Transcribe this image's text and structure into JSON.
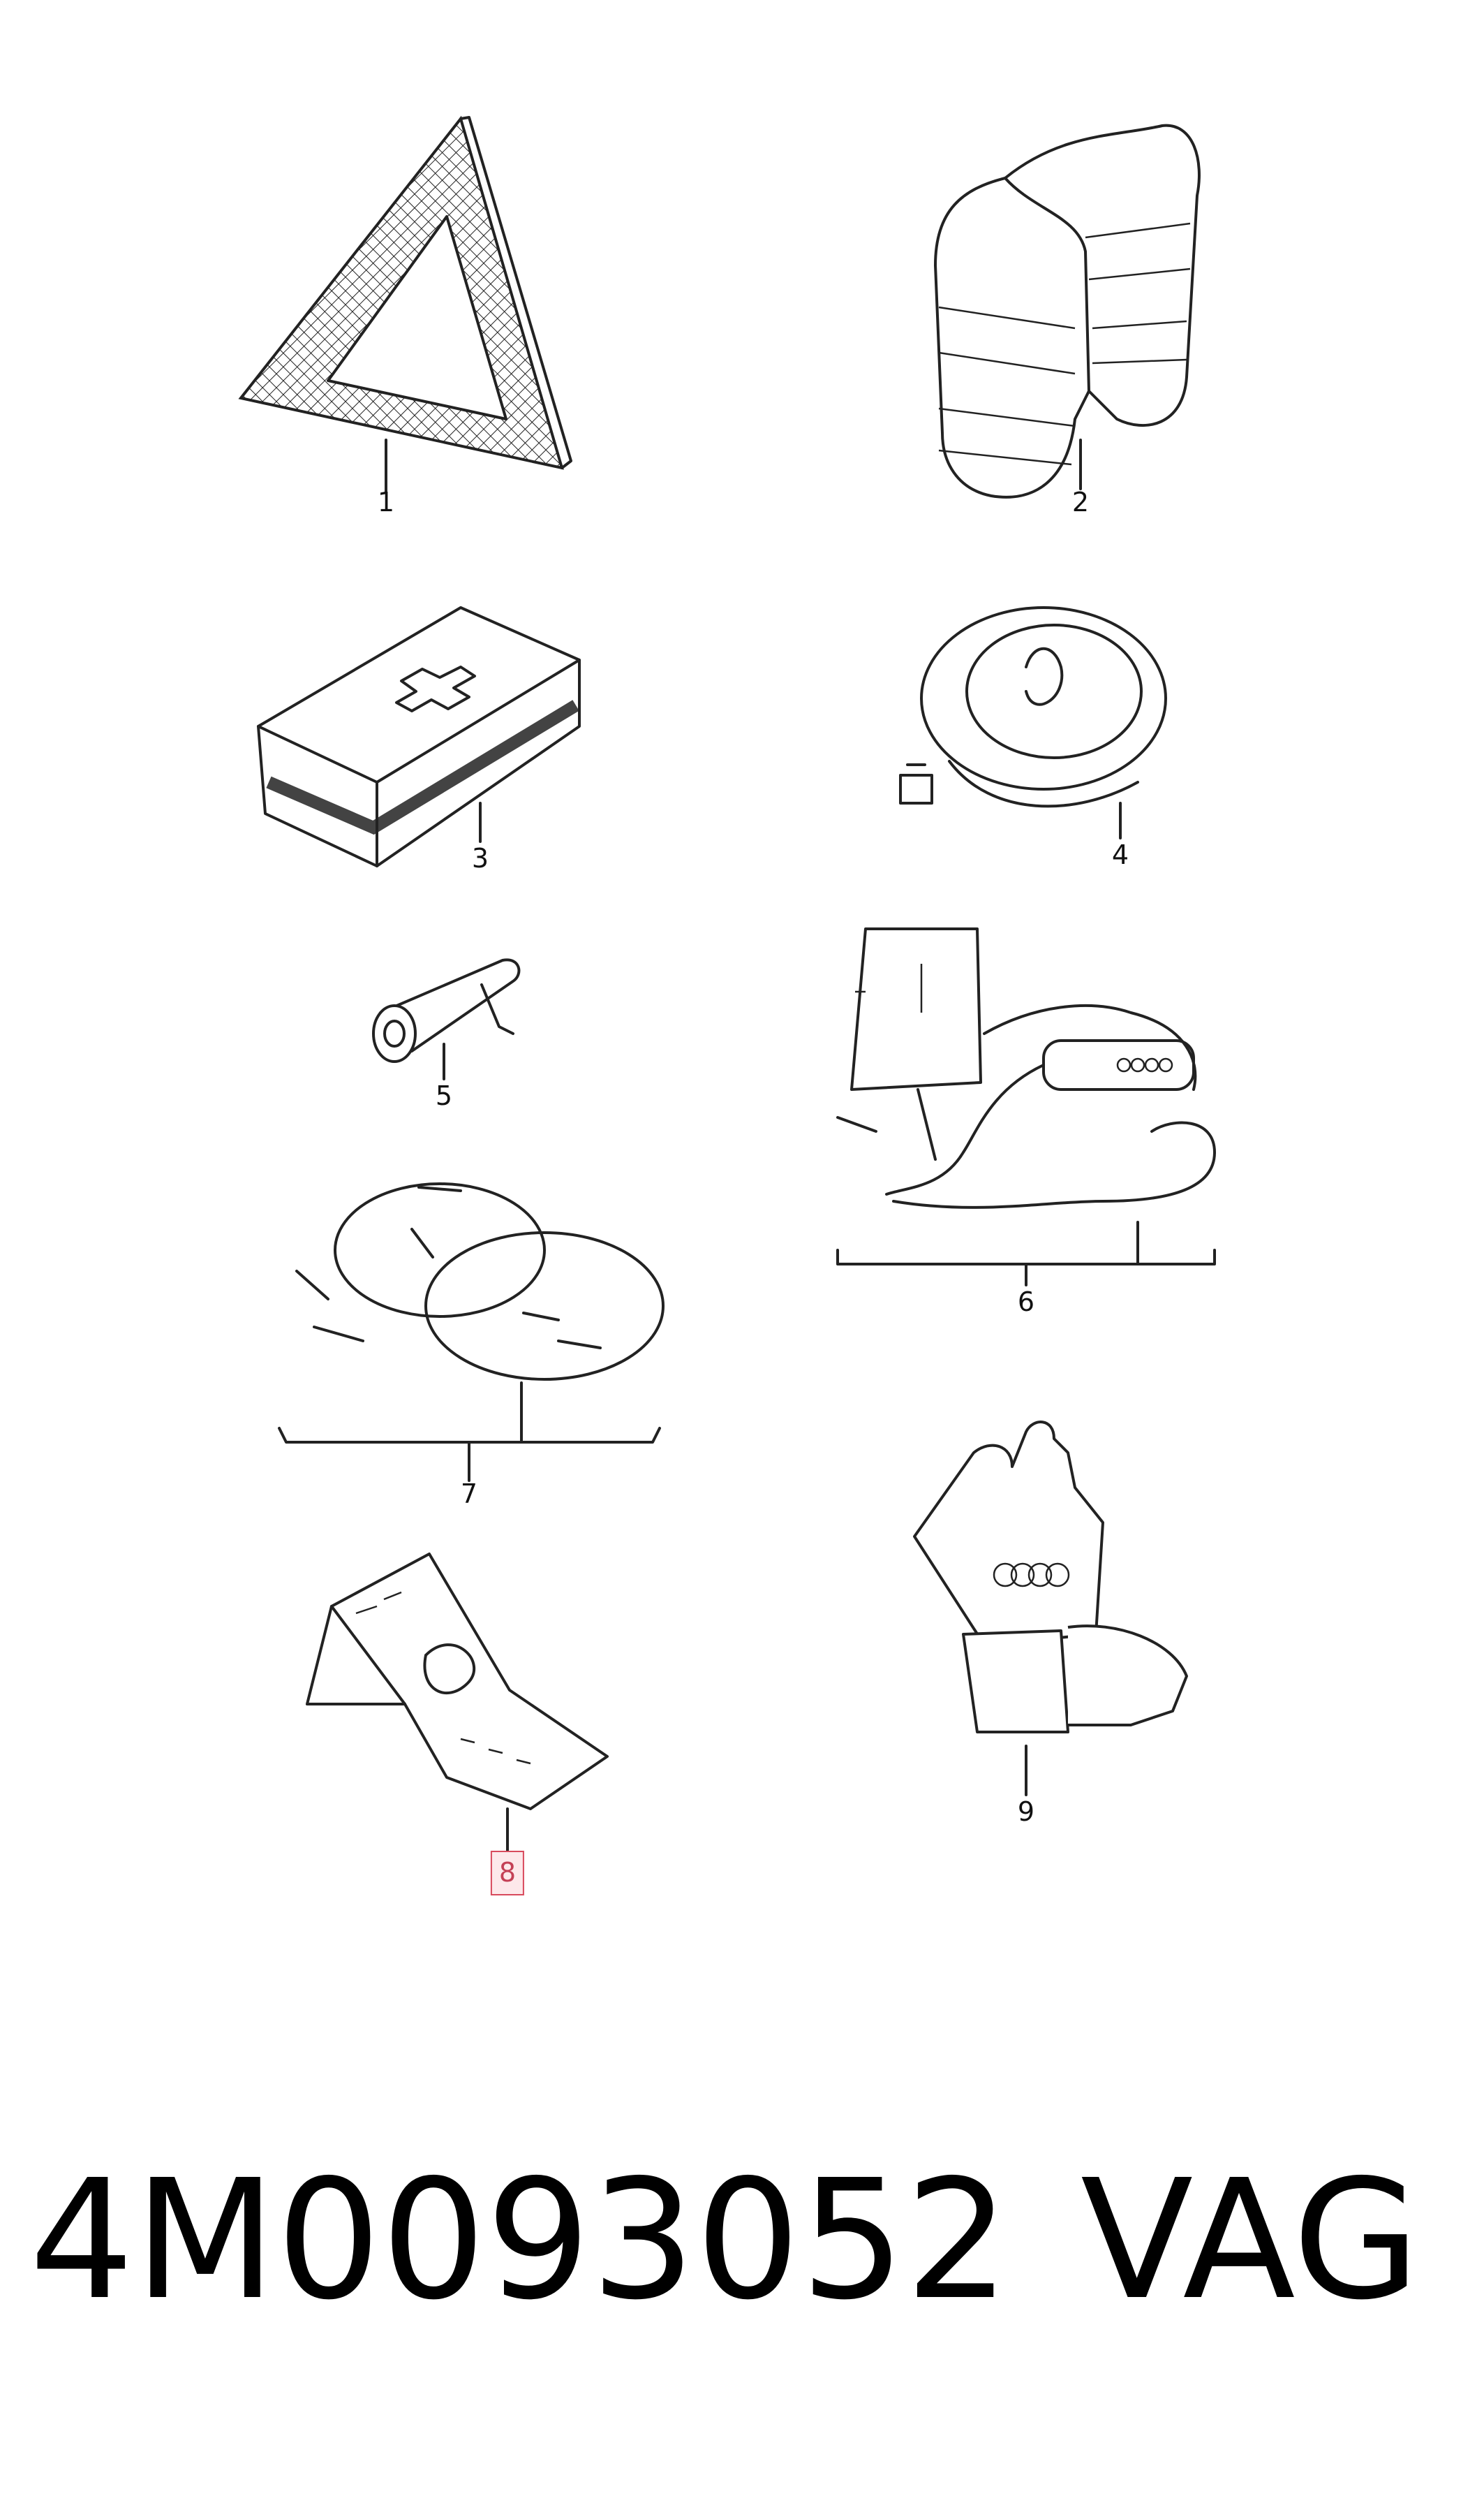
{
  "callouts": [
    {
      "label": "1"
    },
    {
      "label": "2"
    },
    {
      "label": "3"
    },
    {
      "label": "4"
    },
    {
      "label": "5"
    },
    {
      "label": "6"
    },
    {
      "label": "7"
    },
    {
      "label": "8",
      "highlighted": true
    },
    {
      "label": "9"
    }
  ],
  "footer": {
    "part_number": "4M0093052",
    "brand": "VAG"
  },
  "icons": [
    "warning-triangle-icon",
    "safety-vest-icon",
    "first-aid-kit-icon",
    "tow-rope-icon",
    "towing-eye-icon",
    "battery-charger-icon",
    "jumper-cables-icon",
    "wheel-chock-icon",
    "work-gloves-icon"
  ],
  "colors": {
    "highlight_border": "#d84a5c",
    "highlight_fill": "#fde8ea"
  }
}
